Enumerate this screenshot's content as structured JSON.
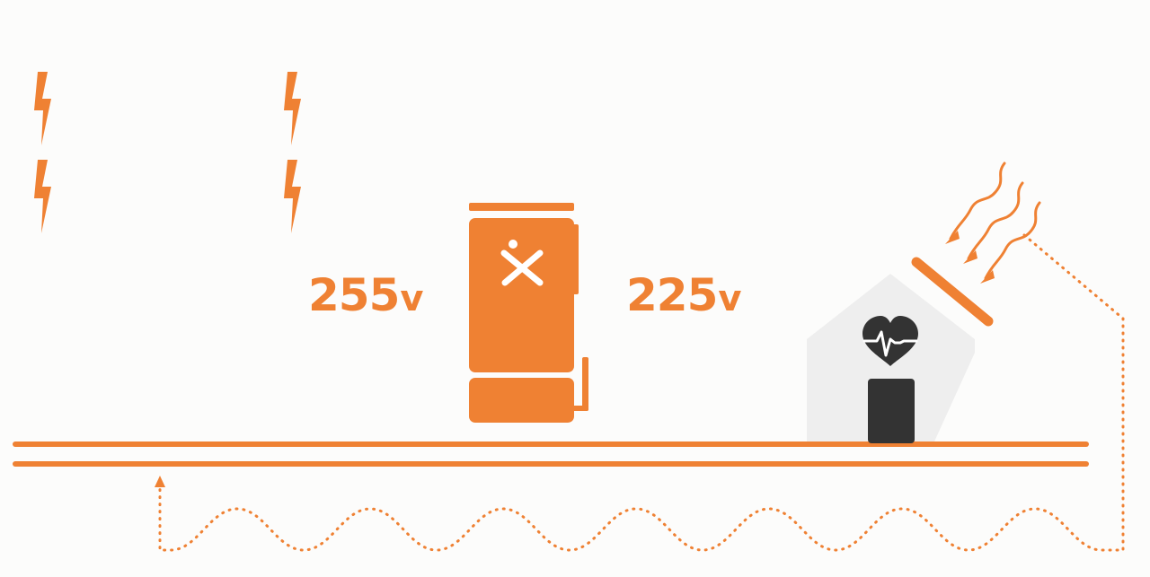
{
  "colors": {
    "accent": "#ef8133",
    "house_fill": "#eeeeee",
    "dark": "#333333",
    "background": "#fcfcfb"
  },
  "voltage_in": {
    "value": "255",
    "unit": "v"
  },
  "voltage_out": {
    "value": "225",
    "unit": "v"
  },
  "icons": {
    "device": "voltage-optimiser-unit",
    "device_logo": "x-person-logo",
    "surge": "lightning-bolt",
    "house": "house",
    "health": "heartbeat-heart",
    "panel": "solar-panel",
    "sunlight": "sun-rays"
  }
}
